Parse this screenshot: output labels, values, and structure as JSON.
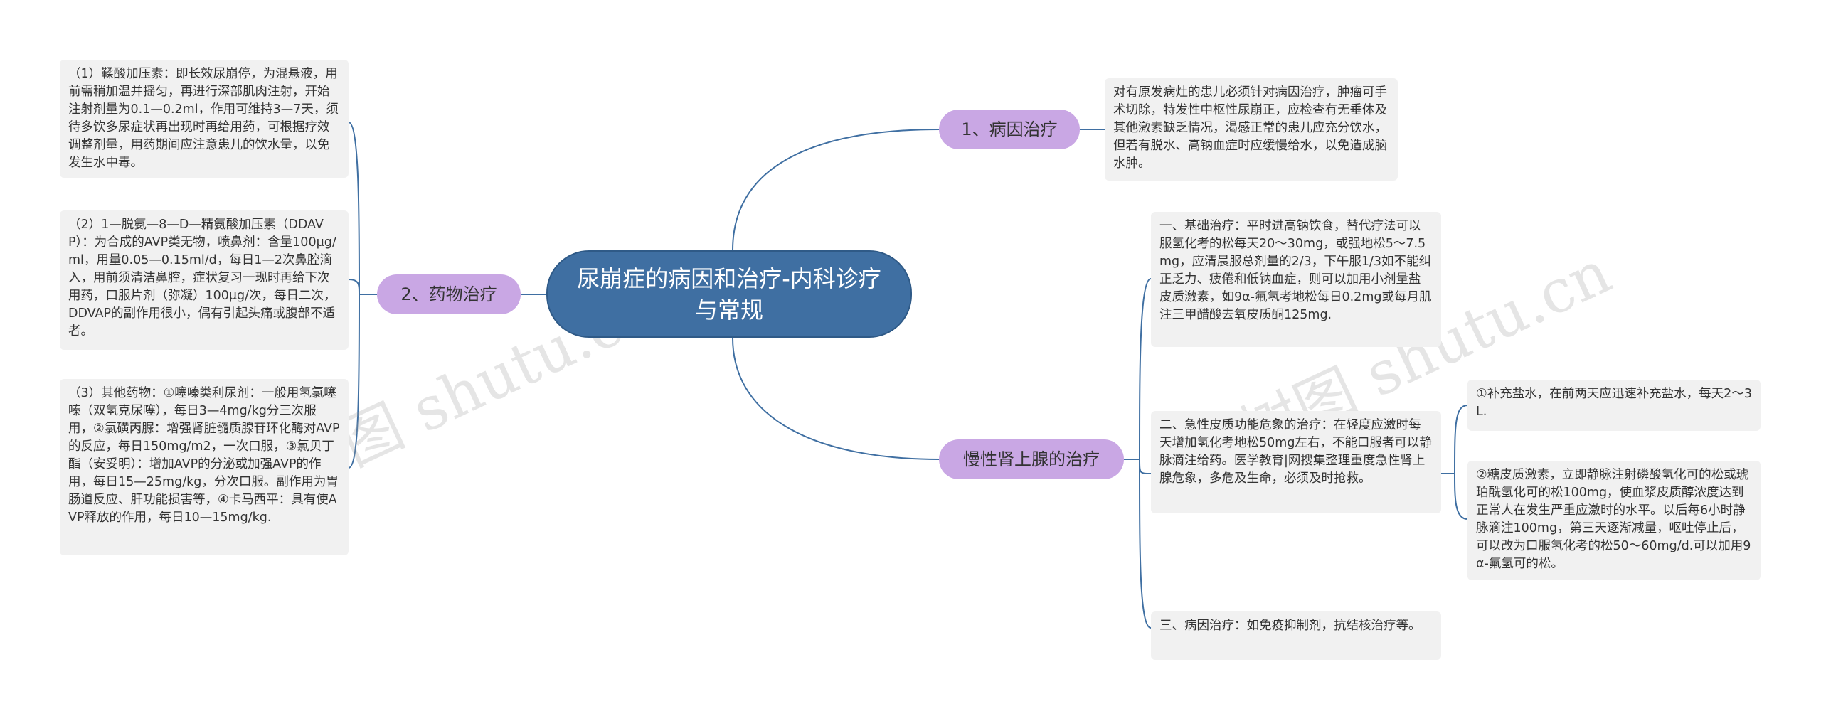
{
  "root": {
    "title": "尿崩症的病因和治疗-内科诊疗与常规"
  },
  "branches": {
    "cause": {
      "label": "1、病因治疗",
      "note": "对有原发病灶的患儿必须针对病因治疗，肿瘤可手术切除，特发性中枢性尿崩正，应检查有无垂体及其他激素缺乏情况，渴感正常的患儿应充分饮水，但若有脱水、高钠血症时应缓慢给水，以免造成脑水肿。"
    },
    "drug": {
      "label": "2、药物治疗",
      "items": [
        "（1）鞣酸加压素：即长效尿崩停，为混悬液，用前需稍加温并摇匀，再进行深部肌肉注射，开始注射剂量为0.1—0.2ml，作用可维持3—7天，须待多饮多尿症状再出现时再给用药，可根据疗效调整剂量，用药期间应注意患儿的饮水量，以免发生水中毒。",
        "（2）1—脱氨—8—D—精氨酸加压素（DDAVP）：为合成的AVP类无物，喷鼻剂：含量100μg/ml，用量0.05—0.15ml/d，每日1—2次鼻腔滴入，用前须清洁鼻腔，症状复习一现时再给下次用药，口服片剂（弥凝）100μg/次，每日二次，DDVAP的副作用很小，偶有引起头痛或腹部不适者。",
        "（3）其他药物：①噻嗪类利尿剂：一般用氢氯噻嗪（双氢克尿噻），每日3—4mg/kg分三次服用，②氯磺丙脲：增强肾脏髓质腺苷环化酶对AVP的反应，每日150mg/m2，一次口服，③氯贝丁酯（安妥明）：增加AVP的分泌或加强AVP的作用，每日15—25mg/kg，分次口服。副作用为胃肠道反应、肝功能损害等，④卡马西平：具有使AVP释放的作用，每日10—15mg/kg."
      ]
    },
    "adrenal": {
      "label": "慢性肾上腺的治疗",
      "items": [
        "一、基础治疗：平时进高钠饮食，替代疗法可以服氢化考的松每天20～30mg，或强地松5～7.5mg，应清晨服总剂量的2/3，下午服1/3如不能纠正乏力、疲倦和低钠血症，则可以加用小剂量盐皮质激素，如9α-氟氢考地松每日0.2mg或每月肌注三甲醋酸去氧皮质酮125mg.",
        "二、急性皮质功能危象的治疗：在轻度应激时每天增加氢化考地松50mg左右，不能口服者可以静脉滴注给药。医学教育|网搜集整理重度急性肾上腺危象，多危及生命，必须及时抢救。",
        "三、病因治疗：如免疫抑制剂，抗结核治疗等。"
      ],
      "sub_items": [
        "①补充盐水，在前两天应迅速补充盐水，每天2～3L.",
        "②糖皮质激素，立即静脉注射磷酸氢化可的松或琥珀酰氢化可的松100mg，使血浆皮质醇浓度达到正常人在发生严重应激时的水平。以后每6小时静脉滴注100mg，第三天逐渐减量，呕吐停止后，可以改为口服氢化考的松50～60mg/d.可以加用9α-氟氢可的松。"
      ]
    }
  },
  "watermark": "树图 shutu.cn",
  "colors": {
    "root_fill": "#3f6fa2",
    "branch_fill": "#c9a7e4",
    "leaf_fill": "#f1f1f1",
    "line": "#3f6fa2"
  }
}
